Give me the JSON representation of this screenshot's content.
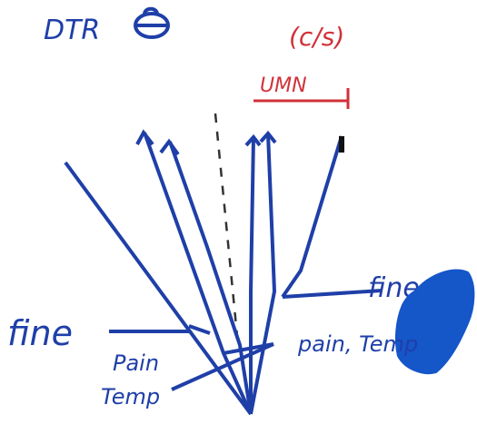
{
  "labels": {
    "top_left": "DTR",
    "top_right": "(c/s)",
    "umn": "UMN",
    "fine_left": "fine",
    "fine_right": "fine",
    "pain_temp_left_1": "Pain",
    "pain_temp_left_2": "Temp",
    "pain_temp_right": "pain, Temp"
  },
  "colors": {
    "ink_blue": "#1f3fa8",
    "ink_red": "#d1323a",
    "dash": "#333333",
    "dark_tip": "#111111",
    "fill_blob": "#1556c9",
    "background": "#ffffff"
  }
}
